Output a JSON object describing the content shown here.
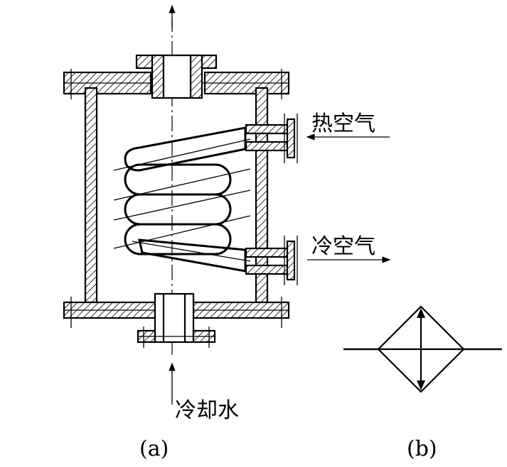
{
  "labels": {
    "hot_air": "热空气",
    "cold_air": "冷空气",
    "cooling_water": "冷却水"
  },
  "captions": {
    "a": "(a)",
    "b": "(b)"
  },
  "colors": {
    "ink": "#000000",
    "background": "#ffffff"
  }
}
